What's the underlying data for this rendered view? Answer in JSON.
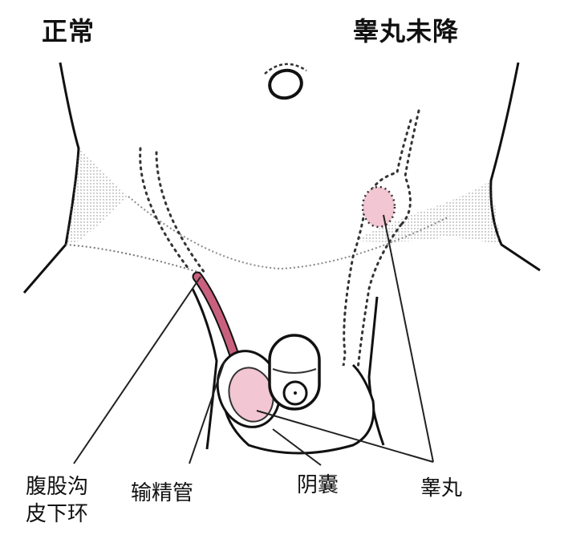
{
  "titles": {
    "normal": "正常",
    "undescended": "睾丸未降"
  },
  "labels": {
    "inguinal_ring_line1": "腹股沟",
    "inguinal_ring_line2": "皮下环",
    "vas_deferens": "输精管",
    "scrotum": "阴囊",
    "testis": "睾丸"
  },
  "colors": {
    "outline": "#111111",
    "testis_fill": "#f2c6d2",
    "spermatic_cord": "#c9617e",
    "stipple": "#555555"
  }
}
